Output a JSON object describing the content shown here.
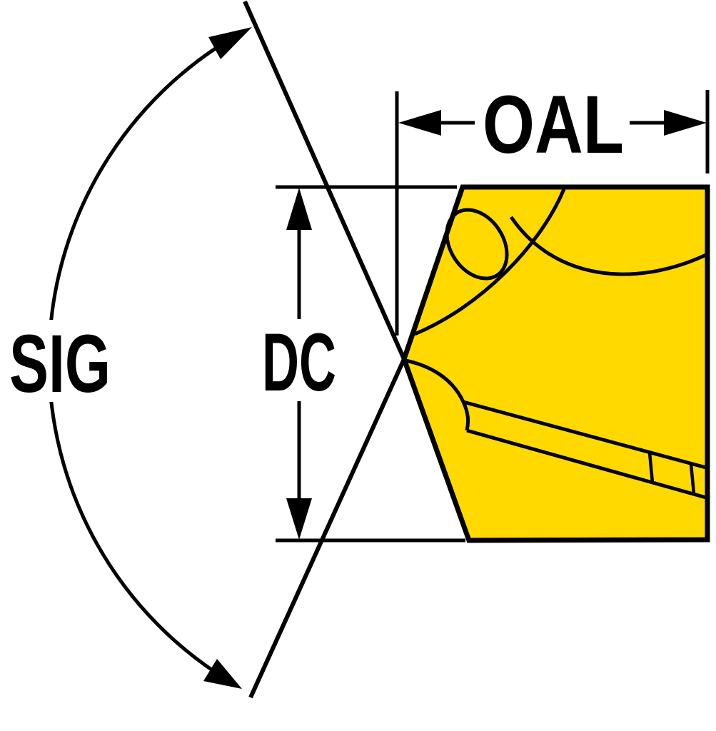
{
  "diagram": {
    "labels": {
      "oal": "OAL",
      "dc": "DC",
      "sig": "SIG"
    },
    "colors": {
      "insert_fill": "#FFD900",
      "line": "#000000",
      "background": "#FFFFFF"
    }
  }
}
